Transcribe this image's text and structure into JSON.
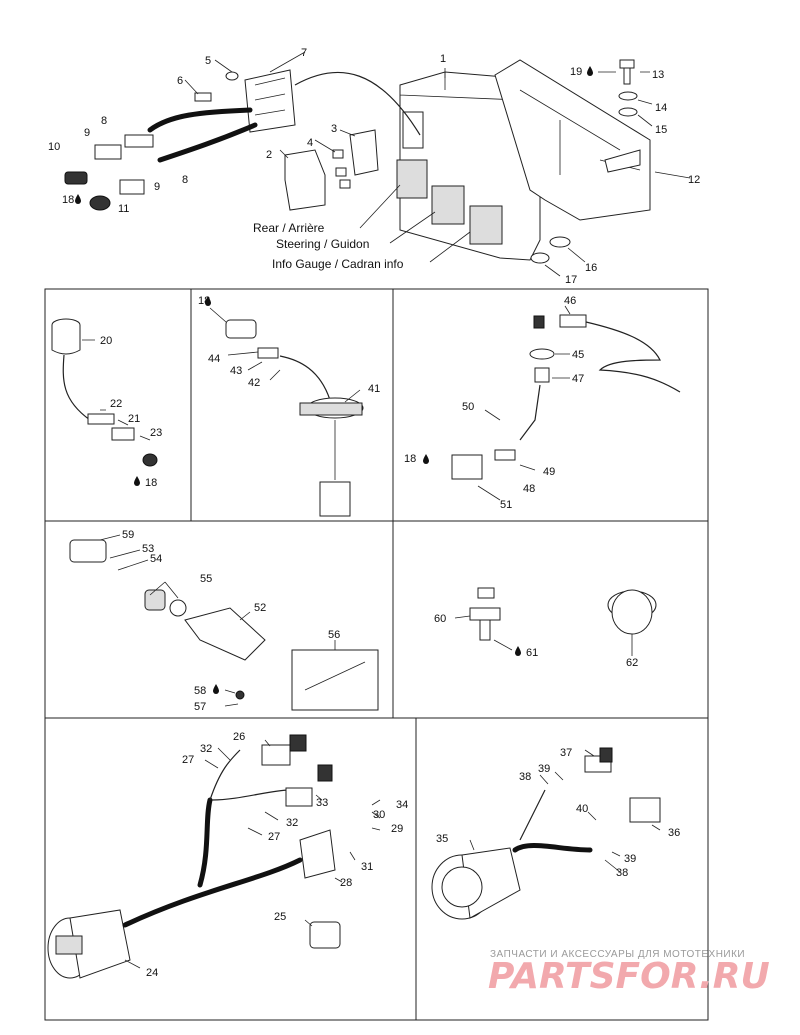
{
  "labels": {
    "rear": "Rear / Arrière",
    "steering": "Steering / Guidon",
    "info_gauge": "Info Gauge / Cadran info"
  },
  "part_numbers": {
    "p1": "1",
    "p2": "2",
    "p3": "3",
    "p4": "4",
    "p5": "5",
    "p6": "6",
    "p7": "7",
    "p8a": "8",
    "p8b": "8",
    "p9a": "9",
    "p9b": "9",
    "p10": "10",
    "p11": "11",
    "p12": "12",
    "p13": "13",
    "p14": "14",
    "p15": "15",
    "p16": "16",
    "p17": "17",
    "p18a": "18",
    "p18b": "18",
    "p18c": "18",
    "p18d": "18",
    "p19": "19",
    "p20": "20",
    "p21": "21",
    "p22": "22",
    "p23": "23",
    "p41": "41",
    "p42": "42",
    "p43": "43",
    "p44": "44",
    "p45": "45",
    "p46": "46",
    "p47": "47",
    "p48": "48",
    "p49": "49",
    "p50": "50",
    "p51": "51",
    "p52": "52",
    "p53": "53",
    "p54": "54",
    "p55": "55",
    "p56": "56",
    "p57": "57",
    "p58": "58",
    "p59": "59",
    "p60": "60",
    "p61": "61",
    "p62": "62",
    "p24": "24",
    "p25": "25",
    "p26": "26",
    "p27a": "27",
    "p27b": "27",
    "p28": "28",
    "p29": "29",
    "p30": "30",
    "p31": "31",
    "p32a": "32",
    "p32b": "32",
    "p33": "33",
    "p34": "34",
    "p35": "35",
    "p36": "36",
    "p37": "37",
    "p38a": "38",
    "p38b": "38",
    "p39a": "39",
    "p39b": "39",
    "p40": "40"
  },
  "watermark": {
    "tagline": "ЗАПЧАСТИ И АКСЕССУАРЫ ДЛЯ МОТОТЕХНИКИ",
    "brand": "PARTSFOR.RU"
  },
  "colors": {
    "line": "#222222",
    "watermark_text": "#9a9a9a",
    "watermark_brand": "#f2a9ad"
  },
  "icons": {
    "sealant_marker": "drop-icon"
  }
}
